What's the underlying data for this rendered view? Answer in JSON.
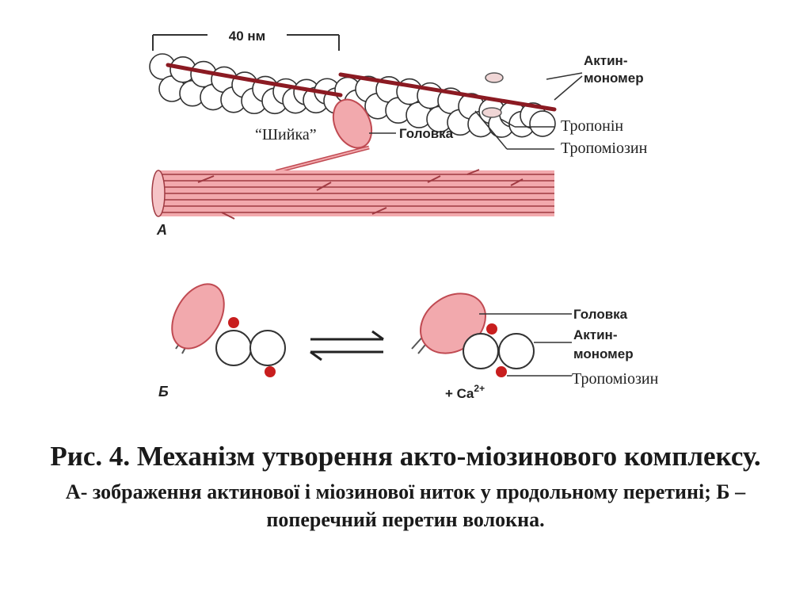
{
  "figure": {
    "panel_a": {
      "panel_label": "А",
      "scale_label": "40 нм",
      "labels": {
        "actin_monomer_1": "Актин-",
        "actin_monomer_2": "мономер",
        "troponin": "Тропонін",
        "tropomyosin": "Тропоміозин",
        "head": "Головка",
        "neck": "“Шийка”"
      }
    },
    "panel_b": {
      "panel_label": "Б",
      "labels": {
        "head": "Головка",
        "actin_monomer_1": "Актин-",
        "actin_monomer_2": "мономер",
        "tropomyosin": "Тропоміозин",
        "calcium_prefix": "+ Ca",
        "calcium_sup": "2+"
      }
    },
    "colors": {
      "myosin_fill": "#f2a9ad",
      "myosin_stroke": "#c04a52",
      "tropomyosin": "#8b1a22",
      "ca_dot": "#c81e1e",
      "outline": "#333333"
    }
  },
  "caption": {
    "title": "Рис. 4. Механізм утворення акто-міозинового комплексу.",
    "subtitle": "А- зображення актинової і міозинової ниток у продольному перетині; Б – поперечний перетин волокна."
  }
}
